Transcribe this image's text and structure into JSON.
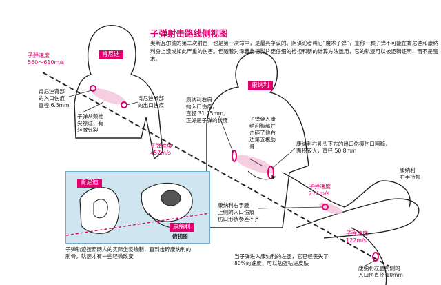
{
  "title": "子弹射击路线侧视图",
  "intro": "奥斯瓦尔德的第二次射击，也是第一次命中，是最具争议的。阴谋论者叫它“魔术子弹”，宣称一颗子弹不可能在肯尼迪和康纳利身上造成如此严重的伤害。但随着对泽普鲁德影片更仔细的检视和新的计算方法运用，它的轨迹可以被逻辑证明，而不是魔术。",
  "labels": {
    "kennedy": "肯尼迪",
    "connally": "康纳利",
    "inset_kennedy": "肯尼迪",
    "inset_connally": "康纳利",
    "inset_view": "俯视图"
  },
  "annotations": {
    "speed_start": "子弹速度\n560～610m/s",
    "kennedy_entry": "肯尼迪背部\n的入口伤痕\n直径 6.5mm",
    "kennedy_exit": "肯尼迪喉部\n的出口伤痕",
    "neck_graze": "子弹从颈椎\n尖擦过，有\n轻微分裂",
    "speed_mid": "子弹速度\n457m/s",
    "connally_entry": "康纳利右肩\n的入口伤痕，\n直径 31.75mm。\n正好是子弹的长度",
    "chest": "子弹穿入康\n纳利胸部并\n击碎了他右\n边第五根肋\n骨",
    "chest_exit": "康纳利右乳头下方的出口伤痕伤口粗糙，\n面积较大，直径 50.8mm",
    "right_hand": "康纳利\n右手持帽",
    "speed_274": "子弹速度\n274m/s",
    "wrist": "康纳利右手腕\n上侧的入口伤痕\n伤口形状参差不齐",
    "speed_122": "子弹速度\n122m/s",
    "thigh": "当子弹进入康纳利的左腿，它已经丧失了\n80%的速度，可以勉强钻进皮肤",
    "left_thigh": "康纳利左腿前侧的\n入口伤直径 10mm",
    "inset_caption": "子弹轨迹按照两人的实际坐姿绘制，直到击碎康纳利的\n肋骨，轨迹才有一些轻微改变"
  },
  "colors": {
    "accent": "#e0006e",
    "inset_bg": "#cfe6f1",
    "trajectory": "#222222"
  }
}
